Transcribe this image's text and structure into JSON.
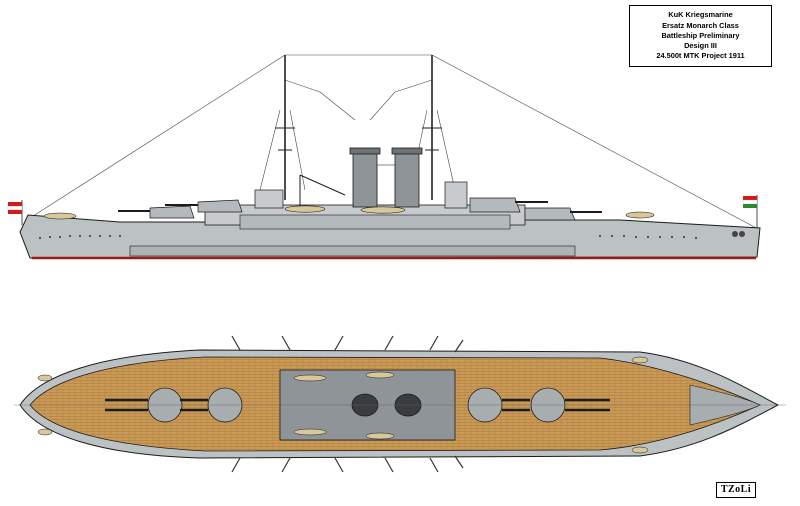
{
  "title_block": {
    "line1": "KuK Kriegsmarine",
    "line2": "Ersatz Monarch Class",
    "line3": "Battleship Preliminary",
    "line4": "Design III",
    "line5": "24.500t MTK Project 1911"
  },
  "signature": "TZoLi",
  "colors": {
    "hull_grey": "#bcc1c4",
    "hull_dark": "#9aa0a4",
    "waterline_red": "#9b1b1b",
    "deck_wood": "#c99a55",
    "deck_plank": "#b2823f",
    "lifeboat_tan": "#d8c79b",
    "funnel_grey": "#8f9498",
    "outline": "#1b1b1b",
    "flag_red": "#d21c1c",
    "flag_white": "#ffffff",
    "flag_green": "#2c8a2c"
  },
  "icons": {
    "austrian_ensign": "austrian-ensign-icon",
    "jack_flag": "jack-flag-icon"
  }
}
